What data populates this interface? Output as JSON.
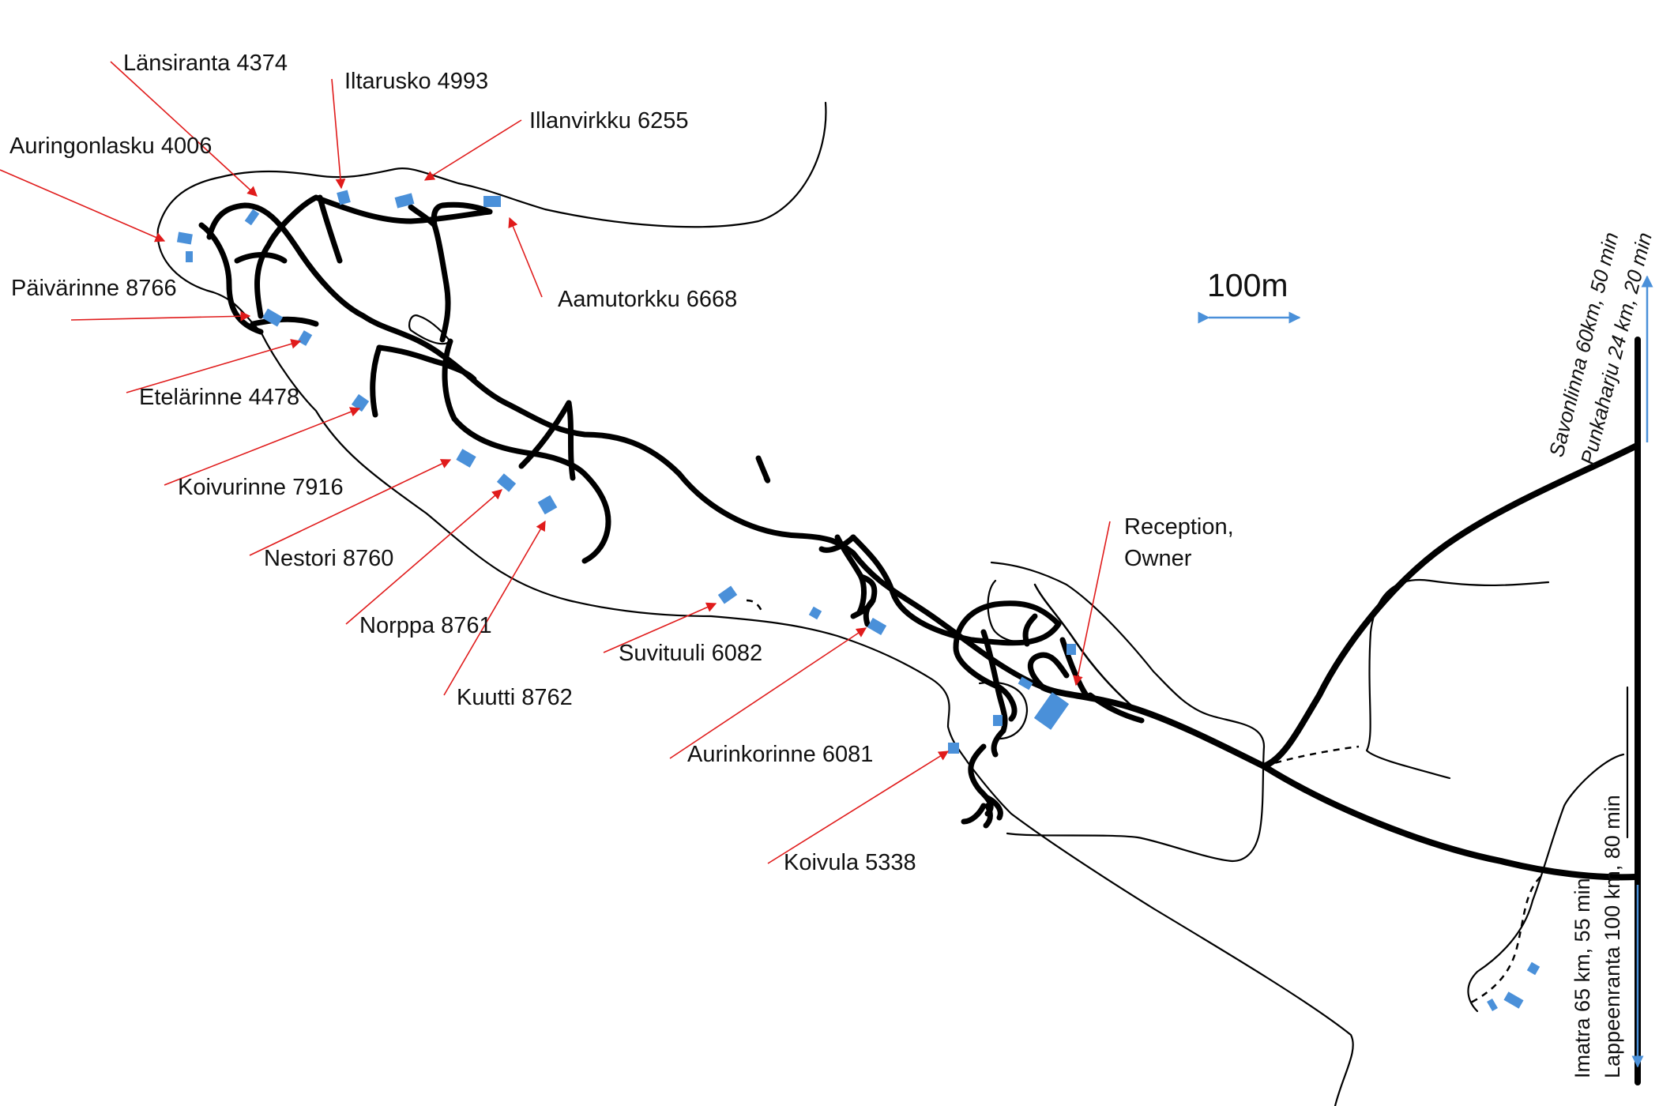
{
  "scale": {
    "label": "100m"
  },
  "cottages": [
    {
      "name": "Länsiranta 4374"
    },
    {
      "name": "Iltarusko 4993"
    },
    {
      "name": "Illanvirkku 6255"
    },
    {
      "name": "Auringonlasku 4006"
    },
    {
      "name": "Aamutorkku 6668"
    },
    {
      "name": "Päivärinne 8766"
    },
    {
      "name": "Etelärinne 4478"
    },
    {
      "name": "Koivurinne 7916"
    },
    {
      "name": "Nestori 8760"
    },
    {
      "name": "Norppa 8761"
    },
    {
      "name": "Kuutti 8762"
    },
    {
      "name": "Suvituuli 6082"
    },
    {
      "name": "Aurinkorinne 6081"
    },
    {
      "name": "Koivula 5338"
    }
  ],
  "reception": {
    "line1": "Reception,",
    "line2": "Owner"
  },
  "directions": {
    "north_1": "Savonlinna 60km, 50 min",
    "north_2": "Punkaharju 24 km, 20 min",
    "south_1": "Imatra 65 km, 55 min",
    "south_2": "Lappeenranta 100 km, 80 min"
  },
  "colors": {
    "building": "#4a90d9",
    "pointer": "#e01b1b",
    "road": "#000000",
    "direction_arrow": "#4a90d9"
  }
}
